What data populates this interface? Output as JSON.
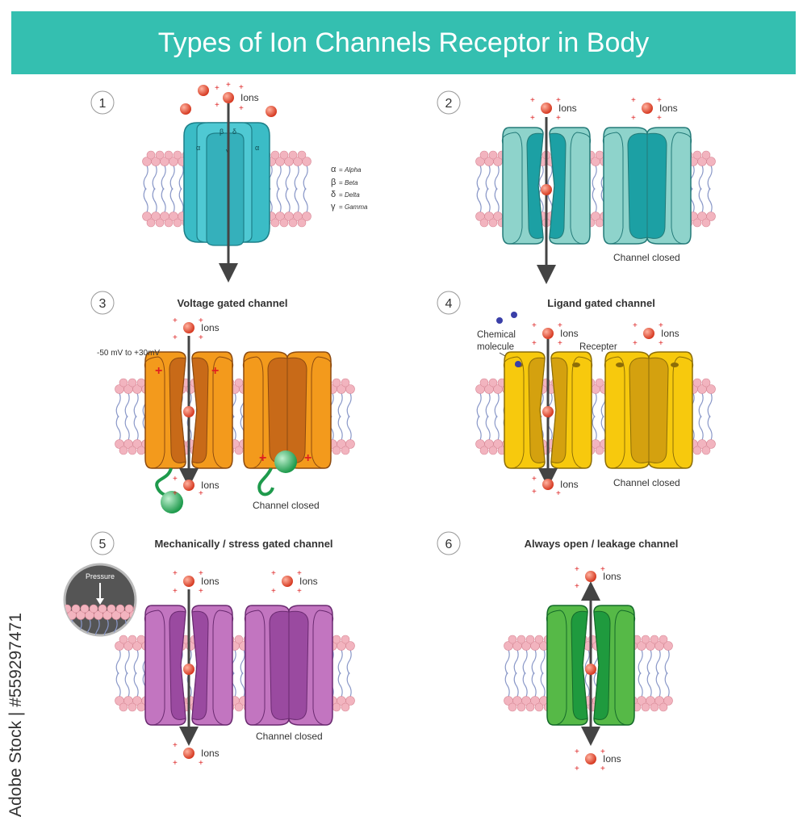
{
  "title": "Types of Ion Channels Receptor in Body",
  "watermark": "Adobe Stock | #559297471",
  "panels": [
    {
      "number": "1",
      "title": "",
      "ions_label": "Ions",
      "subunit_labels": [
        "α",
        "β",
        "δ",
        "γ",
        "α"
      ],
      "legend": [
        {
          "symbol": "α",
          "name": "Alpha"
        },
        {
          "symbol": "β",
          "name": "Beta"
        },
        {
          "symbol": "δ",
          "name": "Delta"
        },
        {
          "symbol": "γ",
          "name": "Gamma"
        }
      ]
    },
    {
      "number": "2",
      "title": "",
      "ions_label": "Ions",
      "closed_label": "Channel closed"
    },
    {
      "number": "3",
      "title": "Voltage gated channel",
      "ions_label": "Ions",
      "voltage_label": "-50 mV to +30mV",
      "closed_label": "Channel closed"
    },
    {
      "number": "4",
      "title": "Ligand gated channel",
      "ions_label": "Ions",
      "chemical_label": "Chemical molecule",
      "chemical_line1": "Chemical",
      "chemical_line2": "molecule",
      "receptor_label": "Recepter",
      "closed_label": "Channel closed"
    },
    {
      "number": "5",
      "title": "Mechanically / stress gated channel",
      "ions_label": "Ions",
      "pressure_label": "Pressure",
      "closed_label": "Channel closed"
    },
    {
      "number": "6",
      "title": "Always open / leakage channel",
      "ions_label": "Ions"
    }
  ],
  "colors": {
    "title_bar": "#34bfb0",
    "panel1_channel": "#3bbcc6",
    "panel2_open": "#1ca0a4",
    "panel2_light": "#8ed3cb",
    "panel3_orange": "#f39a1c",
    "panel3_dark": "#c86a18",
    "panel4_yellow": "#f7c90d",
    "panel4_dark": "#d4a10f",
    "panel5_purple": "#c275c0",
    "panel5_dark": "#9a4aa0",
    "panel6_green": "#56b947",
    "panel6_dark": "#1f9a3e",
    "lipid_head": "#f2b4bf",
    "lipid_tail": "#8a98c8",
    "ion": "#e14a33",
    "arrow": "#444444"
  }
}
